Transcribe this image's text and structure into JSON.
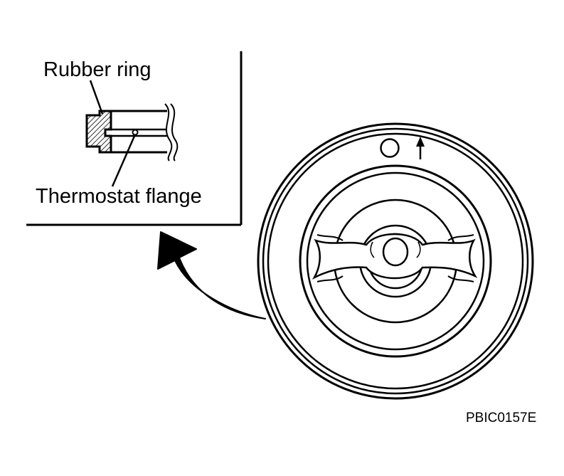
{
  "labels": {
    "rubber_ring": "Rubber ring",
    "thermostat_flange": "Thermostat flange",
    "figure_code": "PBIC0157E"
  },
  "icons": [
    "thermostat-icon",
    "rubber-ring-detail-icon",
    "curved-arrow-icon",
    "up-arrow-icon"
  ],
  "colors": {
    "ink": "#000000",
    "background": "#ffffff"
  }
}
